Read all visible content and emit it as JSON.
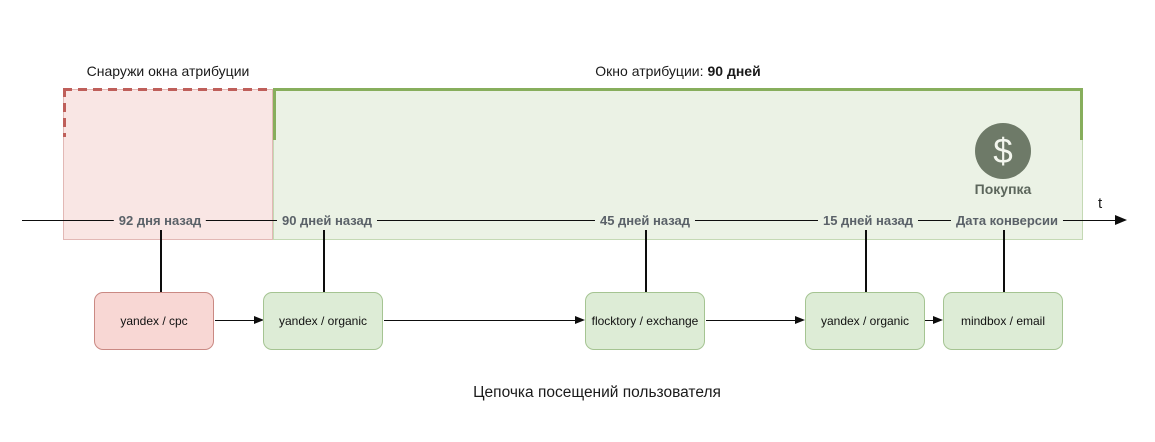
{
  "diagram": {
    "outside_region": {
      "title": "Снаружи окна атрибуции"
    },
    "attribution_window": {
      "title_prefix": "Окно атрибуции:",
      "title_value": "90 дней"
    },
    "purchase": {
      "icon": "$",
      "label": "Покупка"
    },
    "timeline": {
      "axis_label": "t",
      "ticks": [
        {
          "label": "92 дня назад"
        },
        {
          "label": "90 дней назад"
        },
        {
          "label": "45 дней назад"
        },
        {
          "label": "15 дней назад"
        },
        {
          "label": "Дата конверсии"
        }
      ]
    },
    "visit_chain": {
      "caption": "Цепочка посещений пользователя",
      "nodes": [
        {
          "label": "yandex / cpc",
          "status": "outside"
        },
        {
          "label": "yandex / organic",
          "status": "inside"
        },
        {
          "label": "flocktory / exchange",
          "status": "inside"
        },
        {
          "label": "yandex / organic",
          "status": "inside"
        },
        {
          "label": "mindbox / email",
          "status": "inside"
        }
      ]
    },
    "colors": {
      "outside_fill": "#f9e6e4",
      "outside_dashed_border": "#bf5f5a",
      "window_fill": "#ebf2e5",
      "window_border": "#87ae5c",
      "node_outside_fill": "#f8d7d4",
      "node_outside_border": "#ca8983",
      "node_inside_fill": "#ddecd6",
      "node_inside_border": "#a5c492",
      "purchase_circle": "#6e7a68",
      "tick_text": "#5a6168"
    }
  }
}
